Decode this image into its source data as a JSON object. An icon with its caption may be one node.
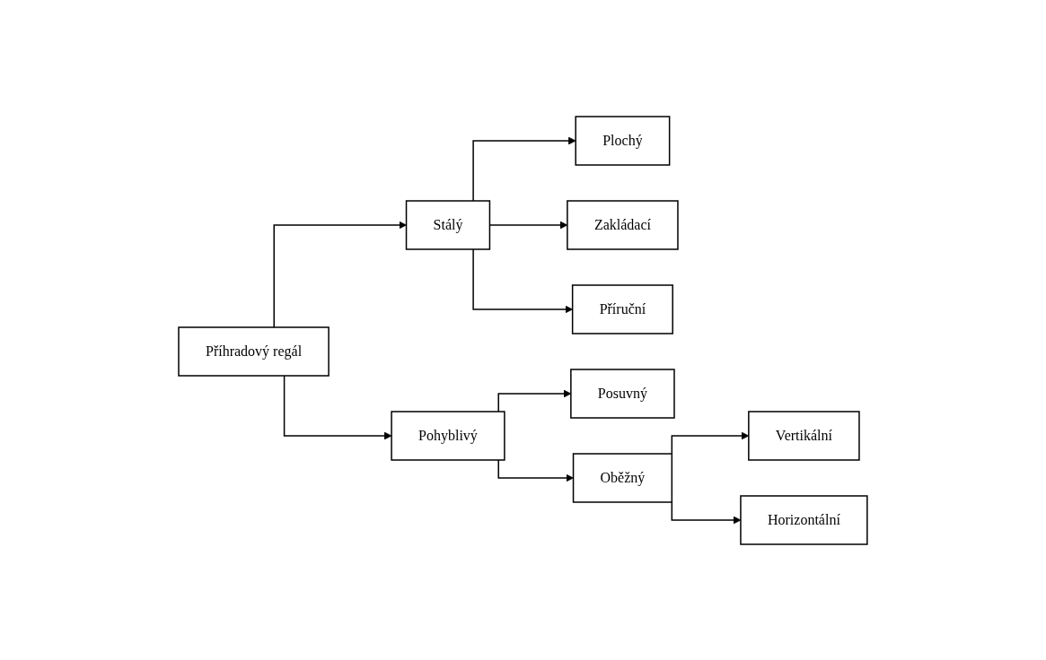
{
  "diagram": {
    "nodes": [
      {
        "text": [
          "Příhradový regál"
        ]
      },
      {
        "text": [
          "Stálý"
        ]
      },
      {
        "text": [
          "Plochý"
        ]
      },
      {
        "text": [
          "Zakládací"
        ]
      },
      {
        "text": [
          "Příruční"
        ]
      },
      {
        "text": [
          "Pohyblivý"
        ]
      },
      {
        "text": [
          "Posuvný"
        ]
      },
      {
        "text": [
          "Oběžný"
        ]
      },
      {
        "text": [
          "Vertikální"
        ]
      },
      {
        "text": [
          "Horizontální"
        ]
      }
    ],
    "edges": [
      {
        "from": 0,
        "to": 1,
        "arrow": "to"
      },
      {
        "from": 0,
        "to": 5,
        "arrow": "to"
      },
      {
        "from": 1,
        "to": 2,
        "arrow": "to"
      },
      {
        "from": 1,
        "to": 3,
        "arrow": "to"
      },
      {
        "from": 1,
        "to": 4,
        "arrow": "to"
      },
      {
        "from": 5,
        "to": 6,
        "arrow": "to"
      },
      {
        "from": 5,
        "to": 7,
        "arrow": "to"
      },
      {
        "from": 7,
        "to": 8,
        "arrow": "to"
      },
      {
        "from": 7,
        "to": 9,
        "arrow": "to"
      }
    ]
  }
}
